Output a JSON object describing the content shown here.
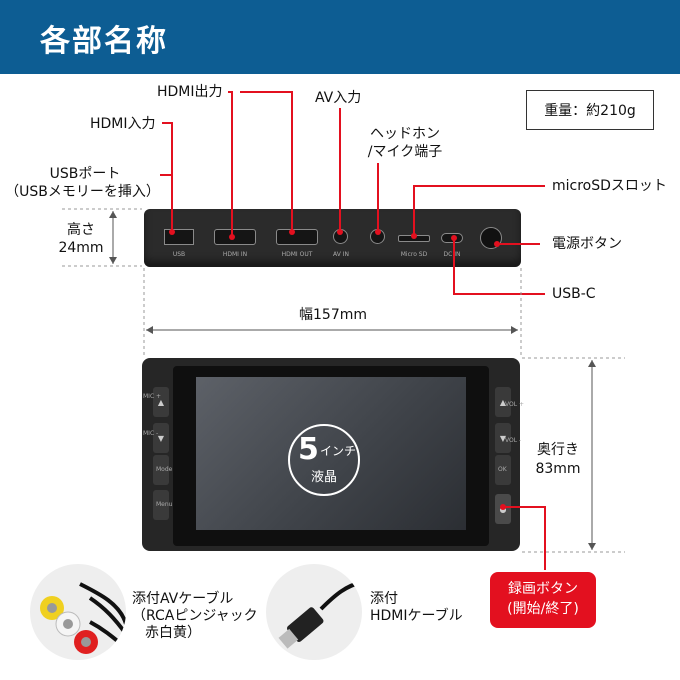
{
  "header": {
    "title": "各部名称"
  },
  "weight": "重量：約210g",
  "callouts": {
    "hdmi_out": "HDMI出力",
    "av_in": "AV入力",
    "hdmi_in": "HDMI入力",
    "headphone_line1": "ヘッドホン",
    "headphone_line2": "/マイク端子",
    "usb_line1": "USBポート",
    "usb_line2": "（USBメモリーを挿入）",
    "microsd": "microSDスロット",
    "power": "電源ボタン",
    "usbc": "USB-C"
  },
  "dimensions": {
    "height_line1": "高さ",
    "height_line2": "24mm",
    "width": "幅157mm",
    "depth_line1": "奥行き",
    "depth_line2": "83mm"
  },
  "port_labels": {
    "usb": "USB",
    "hdmi_in": "HDMI IN",
    "hdmi_out": "HDMI OUT",
    "av_in": "AV IN",
    "microsd": "Micro SD",
    "dc_in": "DC IN"
  },
  "screen": {
    "size_number": "5",
    "size_unit": "インチ",
    "type": "液晶"
  },
  "side_buttons": {
    "left": [
      "MIC +",
      "MIC -",
      "Mode",
      "Menu"
    ],
    "right": [
      "VOL +",
      "VOL -",
      "OK"
    ]
  },
  "record_button": {
    "line1": "録画ボタン",
    "line2": "(開始/終了)"
  },
  "accessories": {
    "av_cable_line1": "添付AVケーブル",
    "av_cable_line2": "（RCAピンジャック",
    "av_cable_line3": "赤白黄）",
    "hdmi_cable_line1": "添付",
    "hdmi_cable_line2": "HDMIケーブル"
  },
  "colors": {
    "header_bg": "#0d5d93",
    "accent_red": "#e3101f",
    "device_body": "#2b2b2b"
  }
}
